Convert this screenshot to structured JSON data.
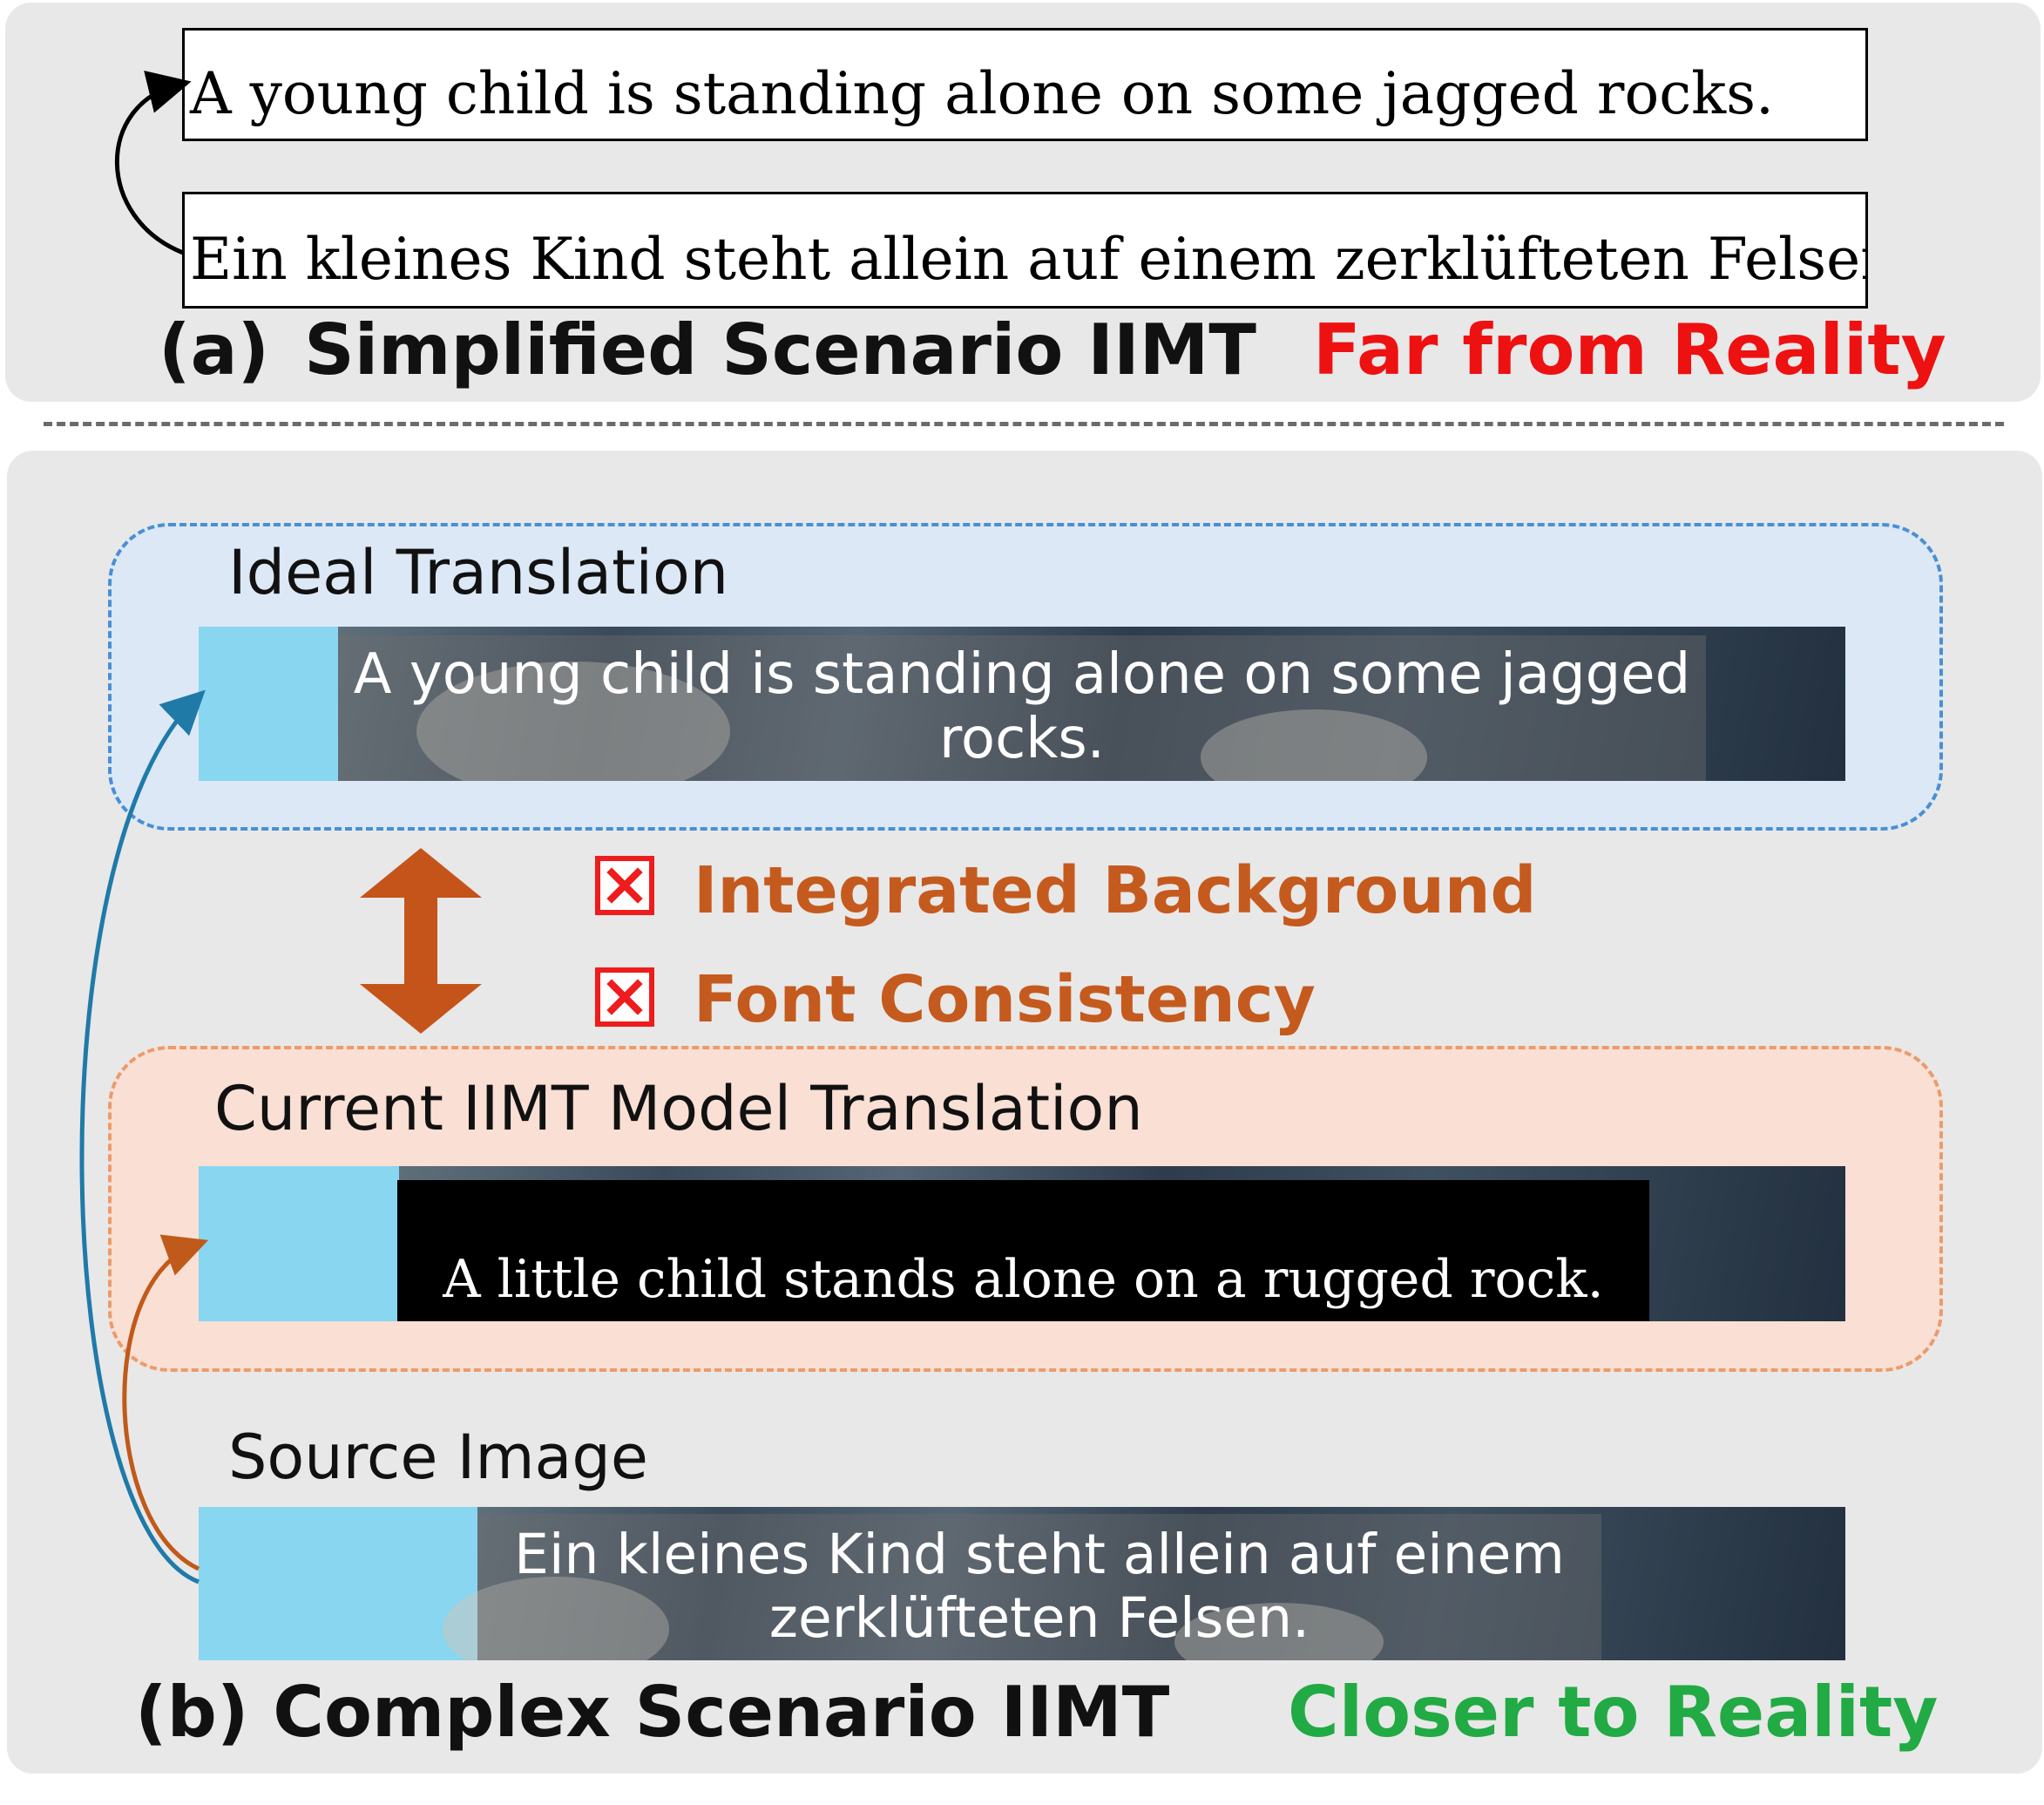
{
  "panel_a": {
    "english_sentence": "A young child is standing alone on some jagged rocks.",
    "german_sentence": "Ein kleines Kind steht allein auf einem zerklüfteten Felsen.",
    "caption_prefix": "(a)",
    "caption_title": "Simplified Scenario IIMT",
    "status": "Far from Reality"
  },
  "panel_b": {
    "ideal": {
      "label": "Ideal Translation",
      "image_text_line1": "A young child is standing alone on some jagged",
      "image_text_line2": "rocks."
    },
    "current": {
      "label": "Current IIMT Model Translation",
      "image_text": "A little child stands alone on a rugged rock."
    },
    "issues": [
      {
        "label": "Integrated Background"
      },
      {
        "label": "Font Consistency"
      }
    ],
    "source": {
      "label": "Source Image",
      "image_text_line1": "Ein kleines Kind steht allein auf einem",
      "image_text_line2": "zerklüfteten Felsen."
    },
    "caption": "(b) Complex Scenario IIMT",
    "status": "Closer to Reality"
  },
  "colors": {
    "far": "#ee1111",
    "closer": "#22aa44",
    "issue_text": "#c55a1e",
    "issue_mark": "#ee1c1c",
    "ideal_border": "#4a8fd4",
    "current_border": "#eb9b6c",
    "arrow_blue": "#1f7aa8",
    "arrow_orange": "#c05a1a"
  }
}
